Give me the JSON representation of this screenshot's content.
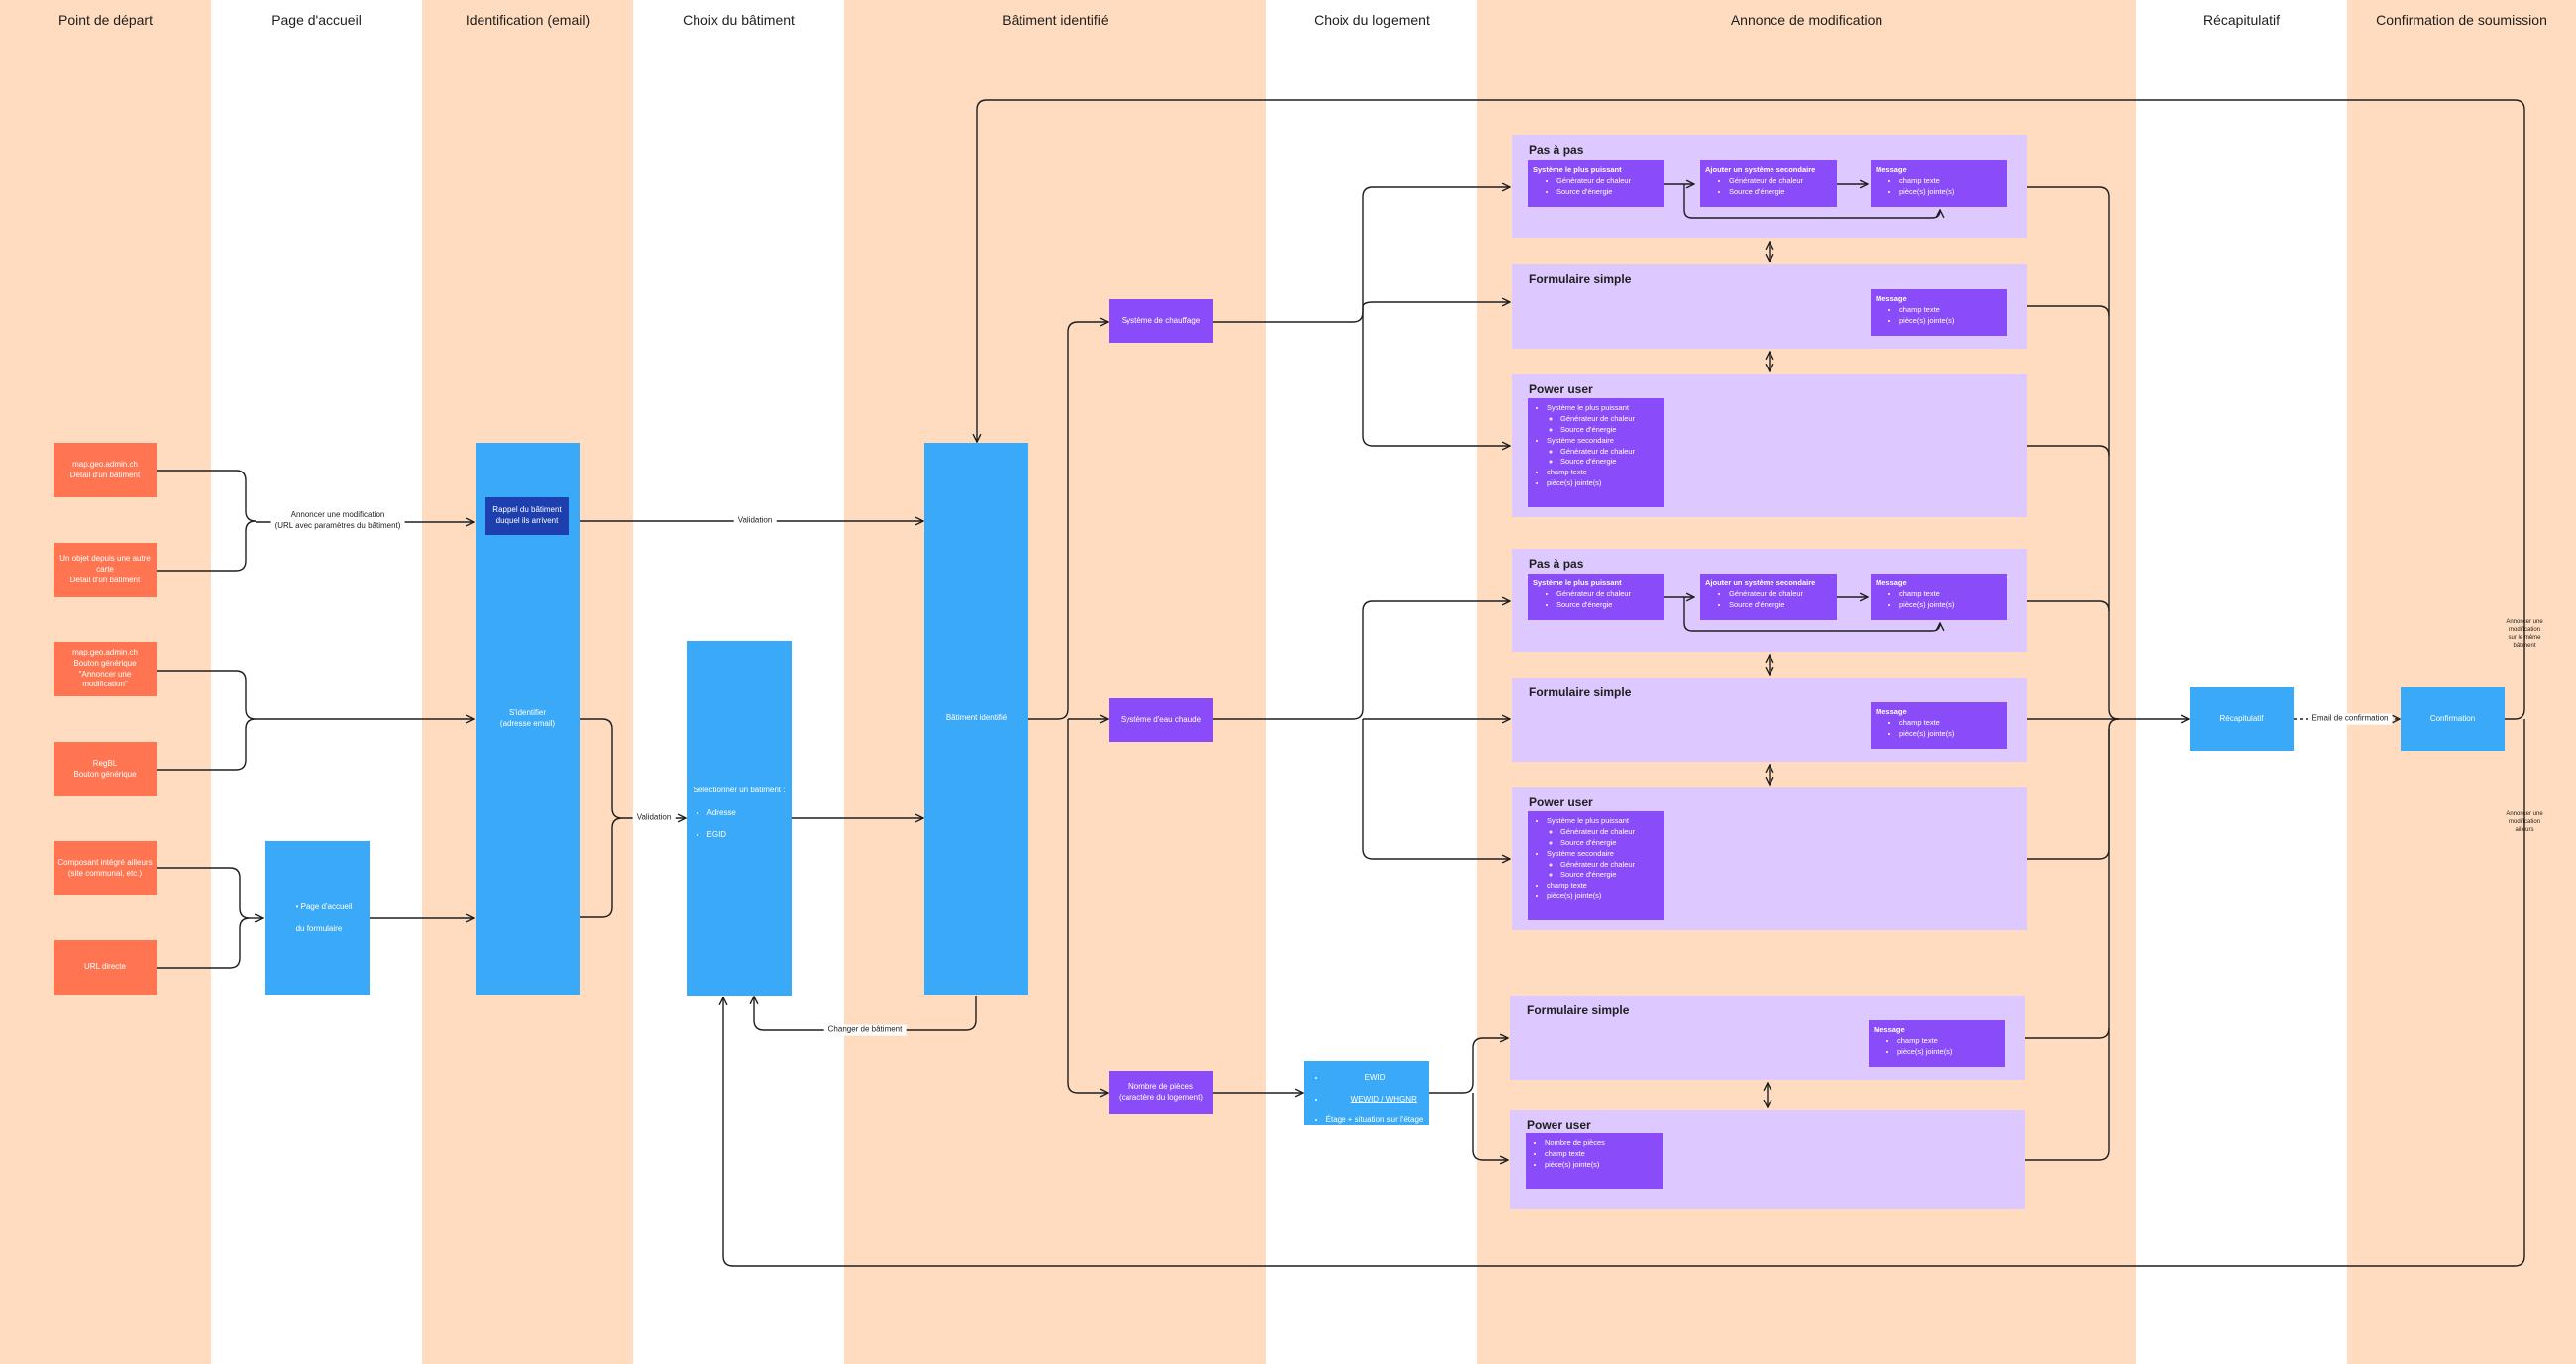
{
  "columns": [
    {
      "title": "Point de départ"
    },
    {
      "title": "Page d'accueil"
    },
    {
      "title": "Identification (email)"
    },
    {
      "title": "Choix du bâtiment"
    },
    {
      "title": "Bâtiment identifié"
    },
    {
      "title": "Choix du logement"
    },
    {
      "title": "Annonce de modification"
    },
    {
      "title": "Récapitulatif"
    },
    {
      "title": "Confirmation de soumission"
    }
  ],
  "colors": {
    "peach": "#ffdcbf",
    "white": "#ffffff",
    "orange": "#ff7551",
    "blue": "#3aa9f8",
    "dark_blue": "#1e3fb0",
    "purple": "#8a4cf8",
    "lavender": "#ddc9ff"
  },
  "start_points": [
    {
      "label": "map.geo.admin.ch\nDétail d'un bâtiment"
    },
    {
      "label": "Un objet depuis une autre carte\nDétail d'un bâtiment"
    },
    {
      "label": "map.geo.admin.ch\nBouton générique\n\"Annoncer une modification\""
    },
    {
      "label": "RegBL\nBouton générique"
    },
    {
      "label": "Composant intégré ailleurs\n(site communal, etc.)"
    },
    {
      "label": "URL directe"
    }
  ],
  "home": {
    "items": [
      "Page d'accueil",
      "du formulaire"
    ]
  },
  "identify": {
    "label": "S'identifier\n(adresse email)",
    "reminder": "Rappel du bâtiment\nduquel ils arrivent"
  },
  "choose_building": {
    "title": "Sélectionner un bâtiment :",
    "items": [
      "Adresse",
      "EGID"
    ]
  },
  "building_identified": {
    "label": "Bâtiment identifié"
  },
  "branches": {
    "heating": "Système de chauffage",
    "hot_water": "Système d'eau chaude",
    "rooms": "Nombre de pièces\n(caractère du logement)"
  },
  "choose_dwelling": {
    "title": "Sélectionner un logement :",
    "items": [
      "EWID",
      "WEWID / WHGNR",
      "Étage + situation sur l'étage"
    ]
  },
  "edge_labels": {
    "announce": "Annoncer une modification\n(URL avec paramètres du bâtiment)",
    "validation_top": "Validation",
    "validation_mid": "Validation",
    "change_building": "Changer de bâtiment",
    "email_confirmation": "Email de confirmation",
    "announce_same": "Annoncer une modification\nsur le même bâtiment",
    "announce_other": "Annoncer une modification\nailleurs"
  },
  "step_by_step": {
    "title": "Pas à pas",
    "primary": {
      "title": "Système le plus puissant",
      "items": [
        "Générateur de chaleur",
        "Source d'énergie"
      ]
    },
    "secondary": {
      "title": "Ajouter un système secondaire",
      "items": [
        "Générateur de chaleur",
        "Source d'énergie"
      ]
    },
    "message": {
      "title": "Message",
      "items": [
        "champ texte",
        "pièce(s) jointe(s)"
      ]
    }
  },
  "simple_form": {
    "title": "Formulaire simple",
    "message": {
      "title": "Message",
      "items": [
        "champ texte",
        "pièce(s) jointe(s)"
      ]
    }
  },
  "power_user": {
    "title": "Power user",
    "items": [
      {
        "label": "Système le plus puissant",
        "sub": [
          "Générateur de chaleur",
          "Source d'énergie"
        ]
      },
      {
        "label": "Système secondaire",
        "sub": [
          "Générateur de chaleur",
          "Source d'énergie"
        ]
      },
      {
        "label": "champ texte",
        "sub": []
      },
      {
        "label": "pièce(s) jointe(s)",
        "sub": []
      }
    ],
    "rooms_items": [
      "Nombre de pièces",
      "champ texte",
      "pièce(s) jointe(s)"
    ]
  },
  "summary": {
    "label": "Récapitulatif"
  },
  "confirmation": {
    "label": "Confirmation"
  }
}
